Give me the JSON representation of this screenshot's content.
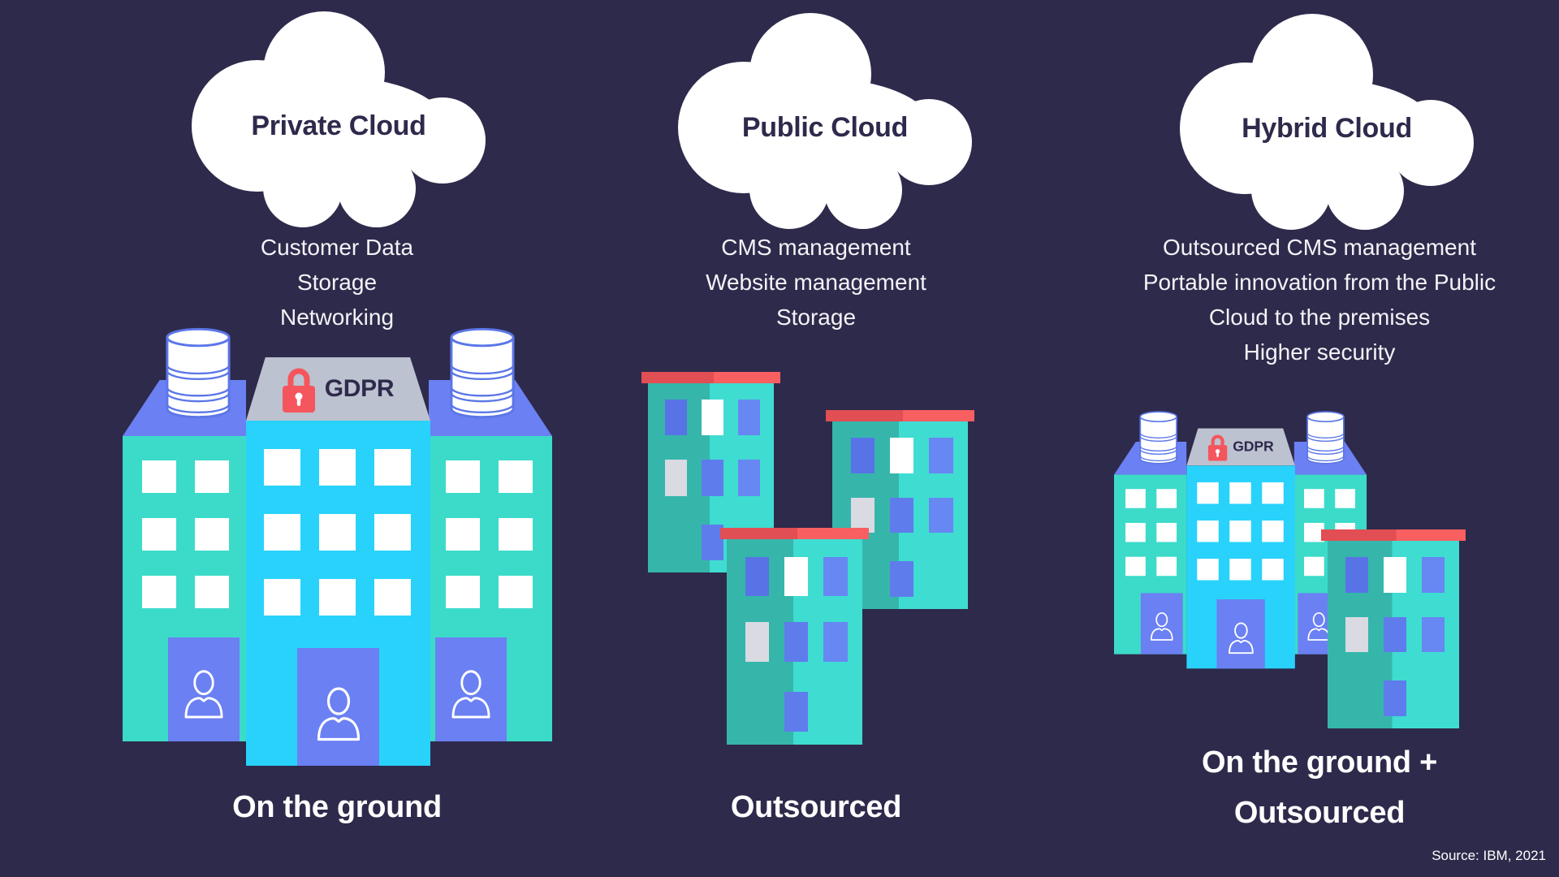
{
  "colors": {
    "bg": "#2e2a4b",
    "ink": "#2e2a4c",
    "text": "#f3f2f6",
    "white": "#ffffff",
    "teal": "#3cdbc9",
    "cyan": "#29d2fb",
    "peri": "#6b80f2",
    "sign": "#bcc2cf",
    "red": "#f5555c",
    "tdark": "#36b6ab",
    "tlight": "#3fdcd2",
    "rdark": "#e14e53",
    "rlight": "#f75f61",
    "wblued": "#5873e6",
    "wbluel": "#6787f2",
    "wbluem": "#5f7cec",
    "wgray": "#d9dae2"
  },
  "columns": [
    {
      "cloud_label": "Private Cloud",
      "features": [
        "Customer Data",
        "Storage",
        "Networking"
      ],
      "deployment_label": "On the ground",
      "badge": "GDPR"
    },
    {
      "cloud_label": "Public Cloud",
      "features": [
        "CMS management",
        "Website management",
        "Storage"
      ],
      "deployment_label": "Outsourced"
    },
    {
      "cloud_label": "Hybrid Cloud",
      "features": [
        "Outsourced CMS management",
        "Portable innovation from the Public",
        "Cloud to the premises",
        "Higher security"
      ],
      "deployment_label_line1": "On the ground +",
      "deployment_label_line2": "Outsourced",
      "badge": "GDPR"
    }
  ],
  "source": "Source: IBM, 2021",
  "icons": {
    "cloud": "cloud-shape",
    "database": "database-icon",
    "lock": "lock-icon",
    "person": "person-icon"
  }
}
